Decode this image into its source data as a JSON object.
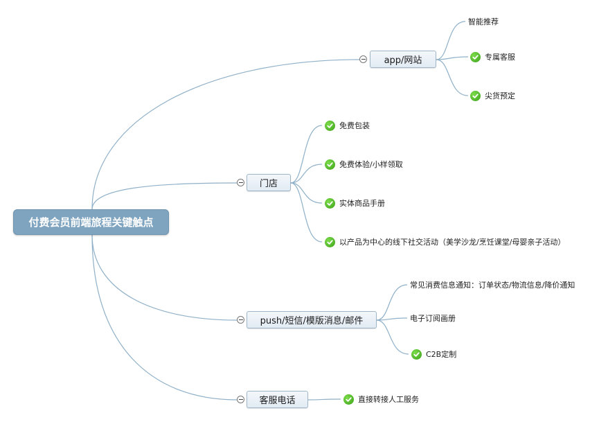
{
  "root": {
    "label": "付费会员前端旅程关键触点"
  },
  "branches": [
    {
      "label": "app/网站",
      "children": [
        {
          "label": "智能推荐",
          "checked": false
        },
        {
          "label": "专属客服",
          "checked": true
        },
        {
          "label": "尖货预定",
          "checked": true
        }
      ]
    },
    {
      "label": "门店",
      "children": [
        {
          "label": "免费包装",
          "checked": true
        },
        {
          "label": "免费体验/小样领取",
          "checked": true
        },
        {
          "label": "实体商品手册",
          "checked": true
        },
        {
          "label": "以产品为中心的线下社交活动（美学沙龙/烹饪课堂/母婴亲子活动）",
          "checked": true
        }
      ]
    },
    {
      "label": "push/短信/模版消息/邮件",
      "children": [
        {
          "label": "常见消费信息通知：订单状态/物流信息/降价通知",
          "checked": false
        },
        {
          "label": "电子订阅画册",
          "checked": false
        },
        {
          "label": "C2B定制",
          "checked": true
        }
      ]
    },
    {
      "label": "客服电话",
      "children": [
        {
          "label": "直接转接人工服务",
          "checked": true
        }
      ]
    }
  ],
  "colors": {
    "connector": "#8fb0c8",
    "root_fill": "#7fa4c0",
    "check": "#3aa019"
  },
  "icons": {
    "collapse": "minus-circle-icon",
    "check": "check-circle-icon"
  }
}
